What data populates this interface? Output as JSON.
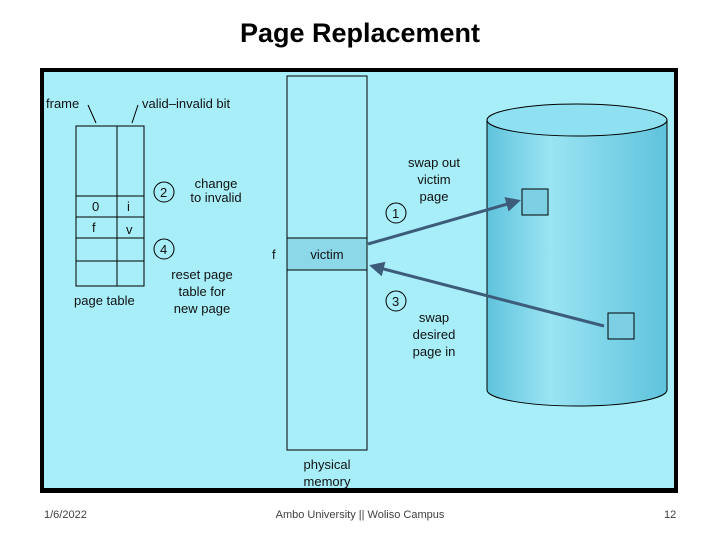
{
  "slide": {
    "title": "Page Replacement"
  },
  "diagram": {
    "labels": {
      "frame": "frame",
      "valid_invalid_bit": "valid–invalid bit",
      "page_table": "page table",
      "physical_memory_line1": "physical",
      "physical_memory_line2": "memory",
      "victim": "victim",
      "f_label": "f"
    },
    "page_table_entries": [
      {
        "frame": "0",
        "bit": "i"
      },
      {
        "frame": "f",
        "bit": "v"
      }
    ],
    "steps": [
      {
        "number": "1",
        "text_lines": [
          "swap out",
          "victim",
          "page"
        ]
      },
      {
        "number": "2",
        "text_lines": [
          "change",
          "to invalid"
        ]
      },
      {
        "number": "3",
        "text_lines": [
          "swap",
          "desired",
          "page in"
        ]
      },
      {
        "number": "4",
        "text_lines": [
          "reset page",
          "table for",
          "new page"
        ]
      }
    ],
    "colors": {
      "background": "#a8eef8",
      "frame": "#000000",
      "disk": "#7dd6ea",
      "arrow": "#4a6b8a"
    }
  },
  "footer": {
    "date": "1/6/2022",
    "center": "Ambo University || Woliso Campus",
    "page_number": "12"
  }
}
